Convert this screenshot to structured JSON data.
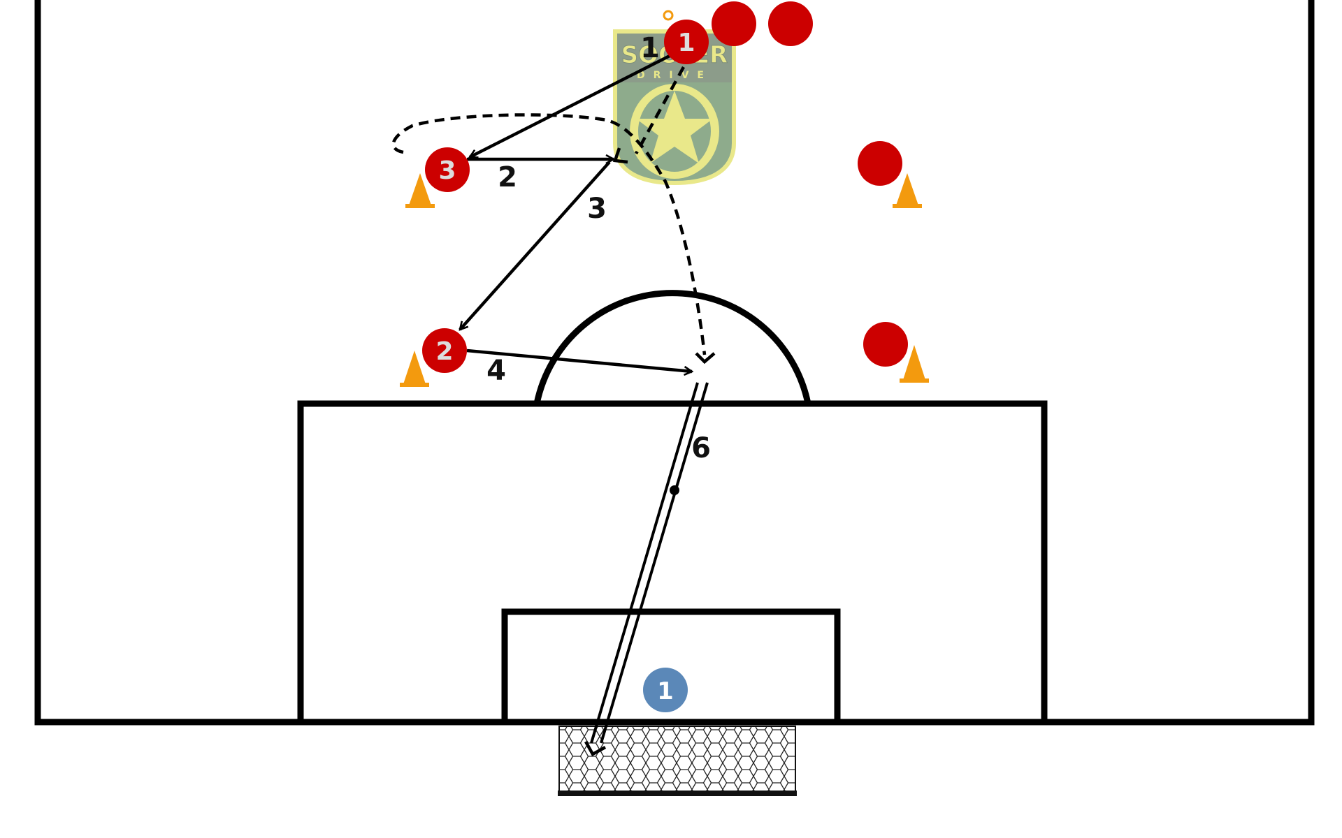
{
  "colors": {
    "attacker": "#cc0000",
    "goalkeeper": "#5b88b8",
    "cone": "#f39a0e",
    "line": "#000000",
    "attacker_label": "#dddddd",
    "logo_fill": "#8eab8c",
    "logo_band": "#8c9c8a",
    "logo_outline": "#e9e88a"
  },
  "logo": {
    "word_top": "SOCCER",
    "word_bottom": "DRIVE"
  },
  "players": {
    "p1": "1",
    "p2": "2",
    "p3": "3",
    "goalkeeper": "1"
  },
  "actions": {
    "a1": "1",
    "a2": "2",
    "a3": "3",
    "a4": "4",
    "a6": "6"
  },
  "icons": {
    "player": "filled-circle",
    "cone": "triangle-cone",
    "goal": "hexagon-net"
  }
}
